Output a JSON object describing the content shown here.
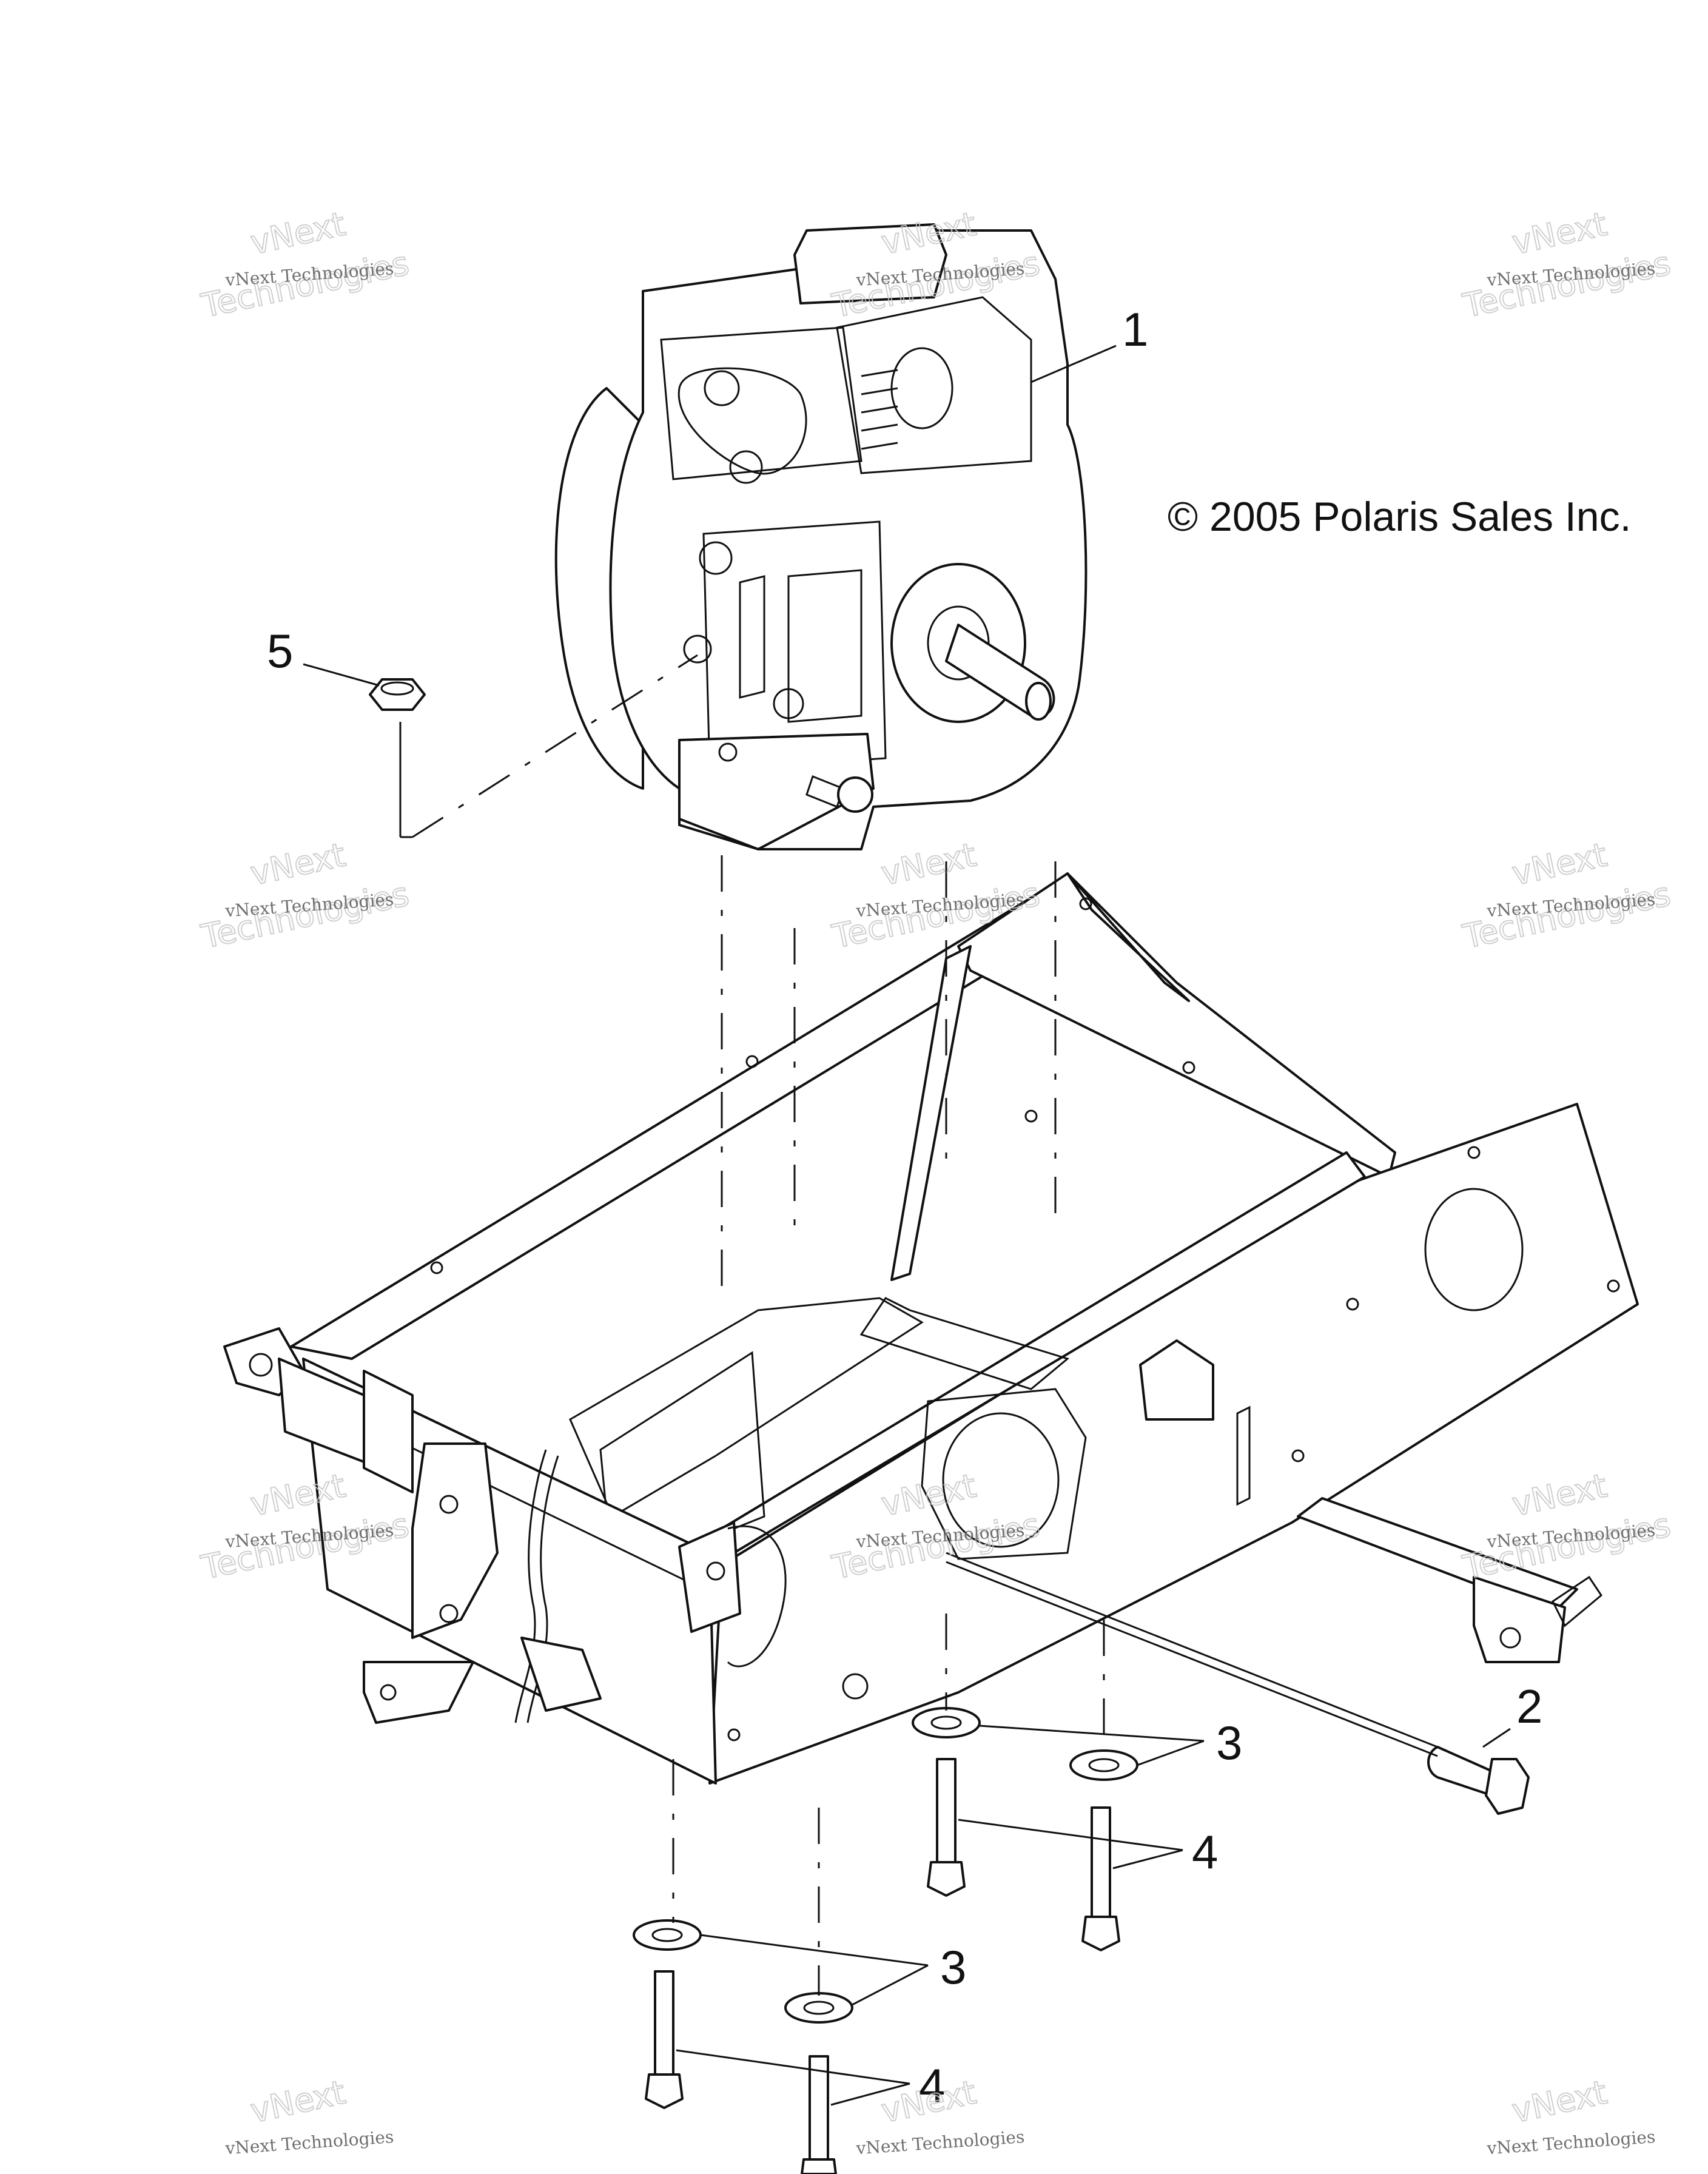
{
  "copyright": "© 2005 Polaris Sales Inc.",
  "callouts": [
    {
      "id": "engine",
      "label": "1"
    },
    {
      "id": "bolt",
      "label": "2"
    },
    {
      "id": "washer-upper",
      "label": "3"
    },
    {
      "id": "stud-upper",
      "label": "4"
    },
    {
      "id": "nut",
      "label": "5"
    },
    {
      "id": "washer-lower",
      "label": "3"
    },
    {
      "id": "stud-lower",
      "label": "4"
    }
  ],
  "watermark": {
    "line_small": "vNext Technologies",
    "line_large_top": "vNext",
    "line_large_bottom": "Technologies"
  },
  "parts": [
    "engine",
    "frame",
    "bolt",
    "washer",
    "stud",
    "nut"
  ]
}
